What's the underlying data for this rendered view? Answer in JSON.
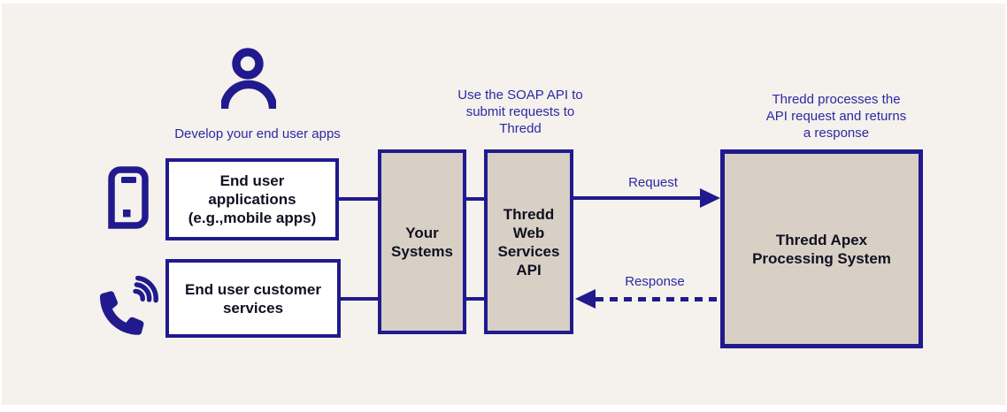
{
  "colors": {
    "navy": "#201a8e",
    "caption_blue": "#2b29a5",
    "tan_fill": "#d8d0c4",
    "background": "#f5f1ec",
    "box_white": "#ffffff",
    "box_text": "#101021"
  },
  "icons": {
    "person": "person-icon",
    "mobile": "mobile-phone-icon",
    "phone": "phone-volume-icon"
  },
  "captions": {
    "develop": "Develop your end user apps",
    "soap": {
      "lines": [
        "Use the SOAP API to",
        "submit requests to",
        "Thredd"
      ]
    },
    "apex": {
      "lines": [
        "Thredd processes the",
        "API request and returns",
        "a response"
      ]
    }
  },
  "boxes": {
    "end_user_apps": {
      "lines": [
        "End user",
        "applications",
        "(e.g.,mobile apps)"
      ]
    },
    "end_user_services": {
      "lines": [
        "End user customer",
        "services"
      ]
    },
    "your_systems": {
      "lines": [
        "Your",
        "Systems"
      ]
    },
    "web_services": {
      "lines": [
        "Thredd",
        "Web",
        "Services",
        "API"
      ]
    },
    "apex": {
      "lines": [
        "Thredd Apex",
        "Processing System"
      ]
    }
  },
  "arrows": {
    "request": "Request",
    "response": "Response"
  }
}
